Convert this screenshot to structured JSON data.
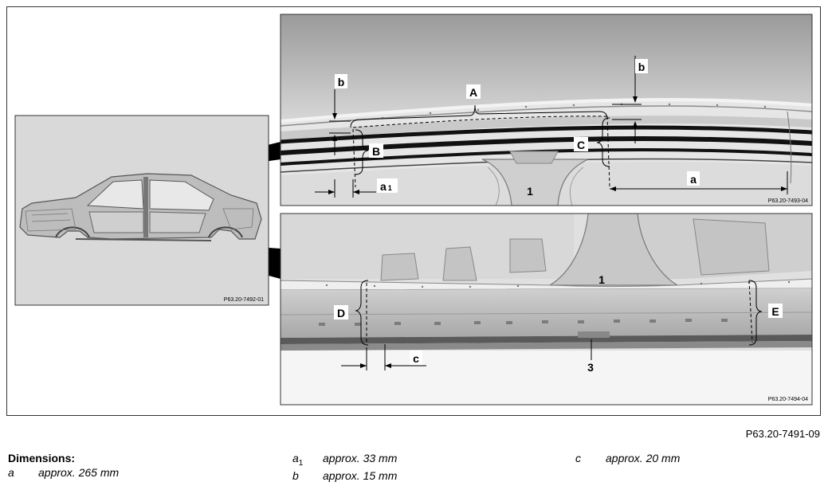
{
  "figure_ref": "P63.20-7491-09",
  "panels": {
    "overview_ref": "P63.20-7492-01",
    "top_ref": "P63.20-7493-04",
    "bottom_ref": "P63.20-7494-04"
  },
  "callouts": {
    "A": "A",
    "B": "B",
    "C": "C",
    "D": "D",
    "E": "E",
    "a": "a",
    "a1": "a",
    "a1_sub": "1",
    "b": "b",
    "c": "c",
    "n1": "1",
    "n3": "3"
  },
  "dimensions": {
    "title": "Dimensions:",
    "items": [
      {
        "key": "a",
        "sub": "",
        "value": "approx. 265 mm"
      },
      {
        "key": "a",
        "sub": "1",
        "value": "approx. 33 mm"
      },
      {
        "key": "b",
        "sub": "",
        "value": "approx. 15 mm"
      },
      {
        "key": "c",
        "sub": "",
        "value": "approx. 20 mm"
      }
    ]
  }
}
